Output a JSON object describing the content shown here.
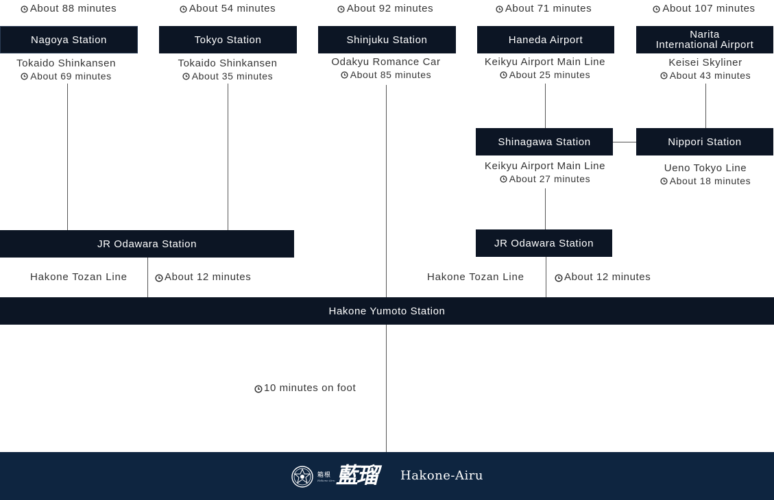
{
  "top_times": [
    "About 88 minutes",
    "About 54 minutes",
    "About 92 minutes",
    "About 71 minutes",
    "About 107 minutes"
  ],
  "origins": {
    "nagoya": "Nagoya Station",
    "tokyo": "Tokyo Station",
    "shinjuku": "Shinjuku Station",
    "haneda": "Haneda Airport",
    "narita_line1": "Narita",
    "narita_line2": "International Airport"
  },
  "routes": {
    "nagoya": {
      "line": "Tokaido Shinkansen",
      "time": "About 69 minutes"
    },
    "tokyo": {
      "line": "Tokaido Shinkansen",
      "time": "About 35 minutes"
    },
    "shinjuku": {
      "line": "Odakyu Romance Car",
      "time": "About 85 minutes"
    },
    "haneda": {
      "line": "Keikyu Airport Main Line",
      "time": "About 25 minutes"
    },
    "narita": {
      "line": "Keisei Skyliner",
      "time": "About 43 minutes"
    },
    "shinagawa": {
      "line": "Keikyu Airport Main Line",
      "time": "About 27 minutes"
    },
    "nippori": {
      "line": "Ueno Tokyo Line",
      "time": "About 18 minutes"
    }
  },
  "transfers": {
    "shinagawa": "Shinagawa Station",
    "nippori": "Nippori Station",
    "odawara_left": "JR Odawara Station",
    "odawara_right": "JR Odawara Station"
  },
  "tozan": {
    "left": {
      "line": "Hakone Tozan Line",
      "time": "About 12 minutes"
    },
    "right": {
      "line": "Hakone Tozan Line",
      "time": "About 12 minutes"
    }
  },
  "yumoto": "Hakone Yumoto Station",
  "walk": "10 minutes on foot",
  "footer": {
    "logo_kanji_small": "箱根",
    "logo_kanji_big": "藍瑠",
    "logo_romaji": "Hakone Airu",
    "brand": "Hakone-Airu"
  },
  "colors": {
    "box": "#0c1524",
    "footer": "#0e2540",
    "line": "#555555",
    "text": "#333333"
  },
  "icons": {
    "time": "clock-icon",
    "logo": "crest-icon"
  }
}
